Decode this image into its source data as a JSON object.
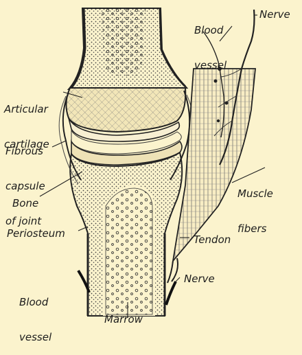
{
  "labels": {
    "blood_vessel_top": [
      "Blood",
      "vessel"
    ],
    "nerve_top": "Nerve",
    "articular_cartilage": [
      "Articular",
      "cartilage"
    ],
    "fibrous_capsule": [
      "Fibrous",
      "capsule",
      "of joint"
    ],
    "muscle_fibers": [
      "Muscle",
      "fibers"
    ],
    "bone": "Bone",
    "periosteum": "Periosteum",
    "tendon": "Tendon",
    "blood_vessel_bottom": [
      "Blood",
      "vessel"
    ],
    "nerve_bottom": "Nerve",
    "marrow": "Marrow"
  },
  "colors": {
    "background": "#fbf3cd",
    "ink": "#1c1c1c"
  }
}
